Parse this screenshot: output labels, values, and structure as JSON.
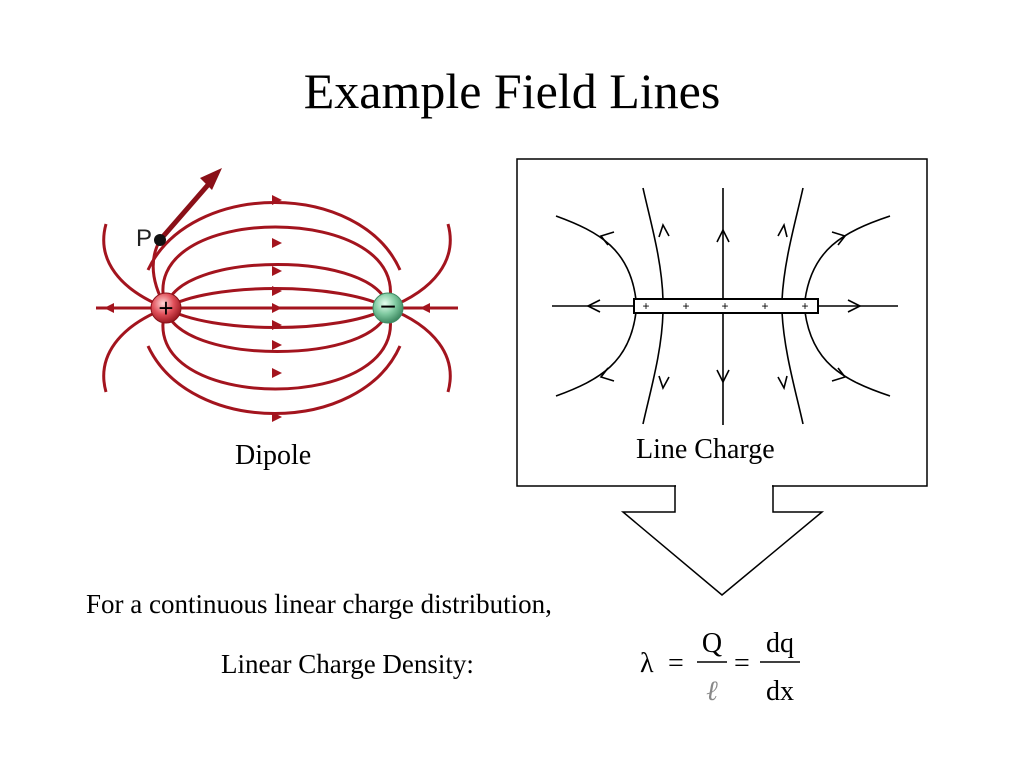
{
  "slide": {
    "title": "Example Field Lines"
  },
  "dipole": {
    "caption": "Dipole",
    "point_label": "P",
    "positive_symbol": "+",
    "negative_symbol": "−",
    "colors": {
      "field_line": "#a3141e",
      "positive_charge": "#e0505a",
      "negative_charge": "#7fc9a0"
    }
  },
  "line_charge": {
    "caption": "Line Charge",
    "charge_symbols": [
      "+",
      "+",
      "+",
      "+",
      "+"
    ]
  },
  "body_text": {
    "line1": "For a continuous linear charge distribution,",
    "line2": "Linear Charge Density:"
  },
  "formula": {
    "lambda": "λ",
    "equals": "=",
    "numerator1": "Q",
    "denominator1": "ℓ",
    "numerator2": "dq",
    "denominator2": "dx"
  }
}
